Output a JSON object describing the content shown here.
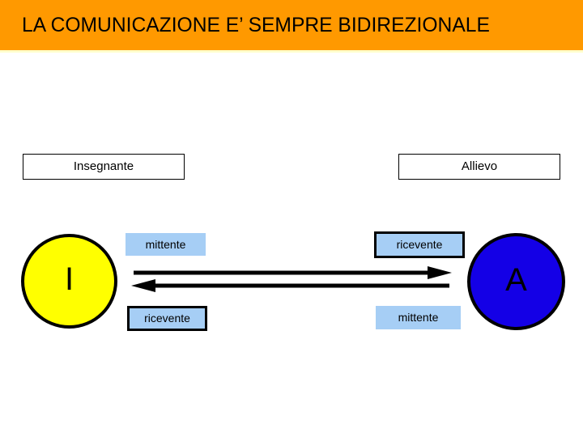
{
  "slide": {
    "title": "LA COMUNICAZIONE E’ SEMPRE BIDIREZIONALE",
    "title_bar_color": "#ff9900",
    "title_text_color": "#000000",
    "background_color": "#ffffff"
  },
  "headers": {
    "left": "Insegnante",
    "right": "Allievo"
  },
  "actors": {
    "left": {
      "letter": "I",
      "fill_color": "#ffff00",
      "stroke_color": "#000000",
      "role_top": "mittente",
      "role_bottom": "ricevente"
    },
    "right": {
      "letter": "A",
      "fill_color": "#1400e6",
      "stroke_color": "#000000",
      "role_top": "ricevente",
      "role_bottom": "mittente"
    }
  },
  "role_box": {
    "fill_color": "#a6cef5",
    "border_color": "#000000"
  },
  "arrows": {
    "top": {
      "direction": "right",
      "color": "#000000"
    },
    "bottom": {
      "direction": "left",
      "color": "#000000"
    }
  }
}
